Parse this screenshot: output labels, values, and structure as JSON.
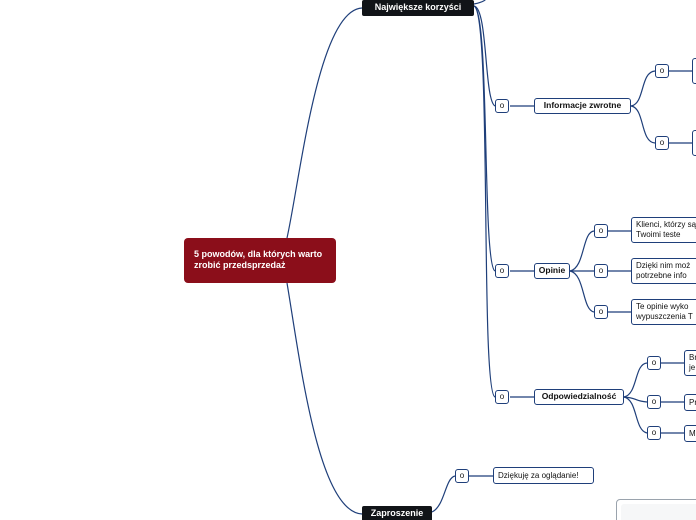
{
  "root": {
    "title": "5 powodów, dla których warto zrobić przedsprzedaż"
  },
  "branches": {
    "top": {
      "label": "Największe korzyści"
    },
    "bottom": {
      "label": "Zaproszenie"
    }
  },
  "marker": "o",
  "topics": {
    "feedback": {
      "label": "Informacje zwrotne"
    },
    "opinions": {
      "label": "Opinie"
    },
    "responsibility": {
      "label": "Odpowiedzialność"
    }
  },
  "opinion_items": [
    "Klienci, którzy są Twoimi teste",
    "Dzięki nim moż potrzebne info",
    "Te opinie wyko wypuszczenia T"
  ],
  "responsibility_items": [
    "Br je",
    "Pr",
    "M"
  ],
  "invitation_items": [
    "Dziękuję za oglądanie!"
  ],
  "colors": {
    "root_bg": "#8b0e1a",
    "branch_bg": "#111418",
    "line": "#1f3f7a"
  }
}
